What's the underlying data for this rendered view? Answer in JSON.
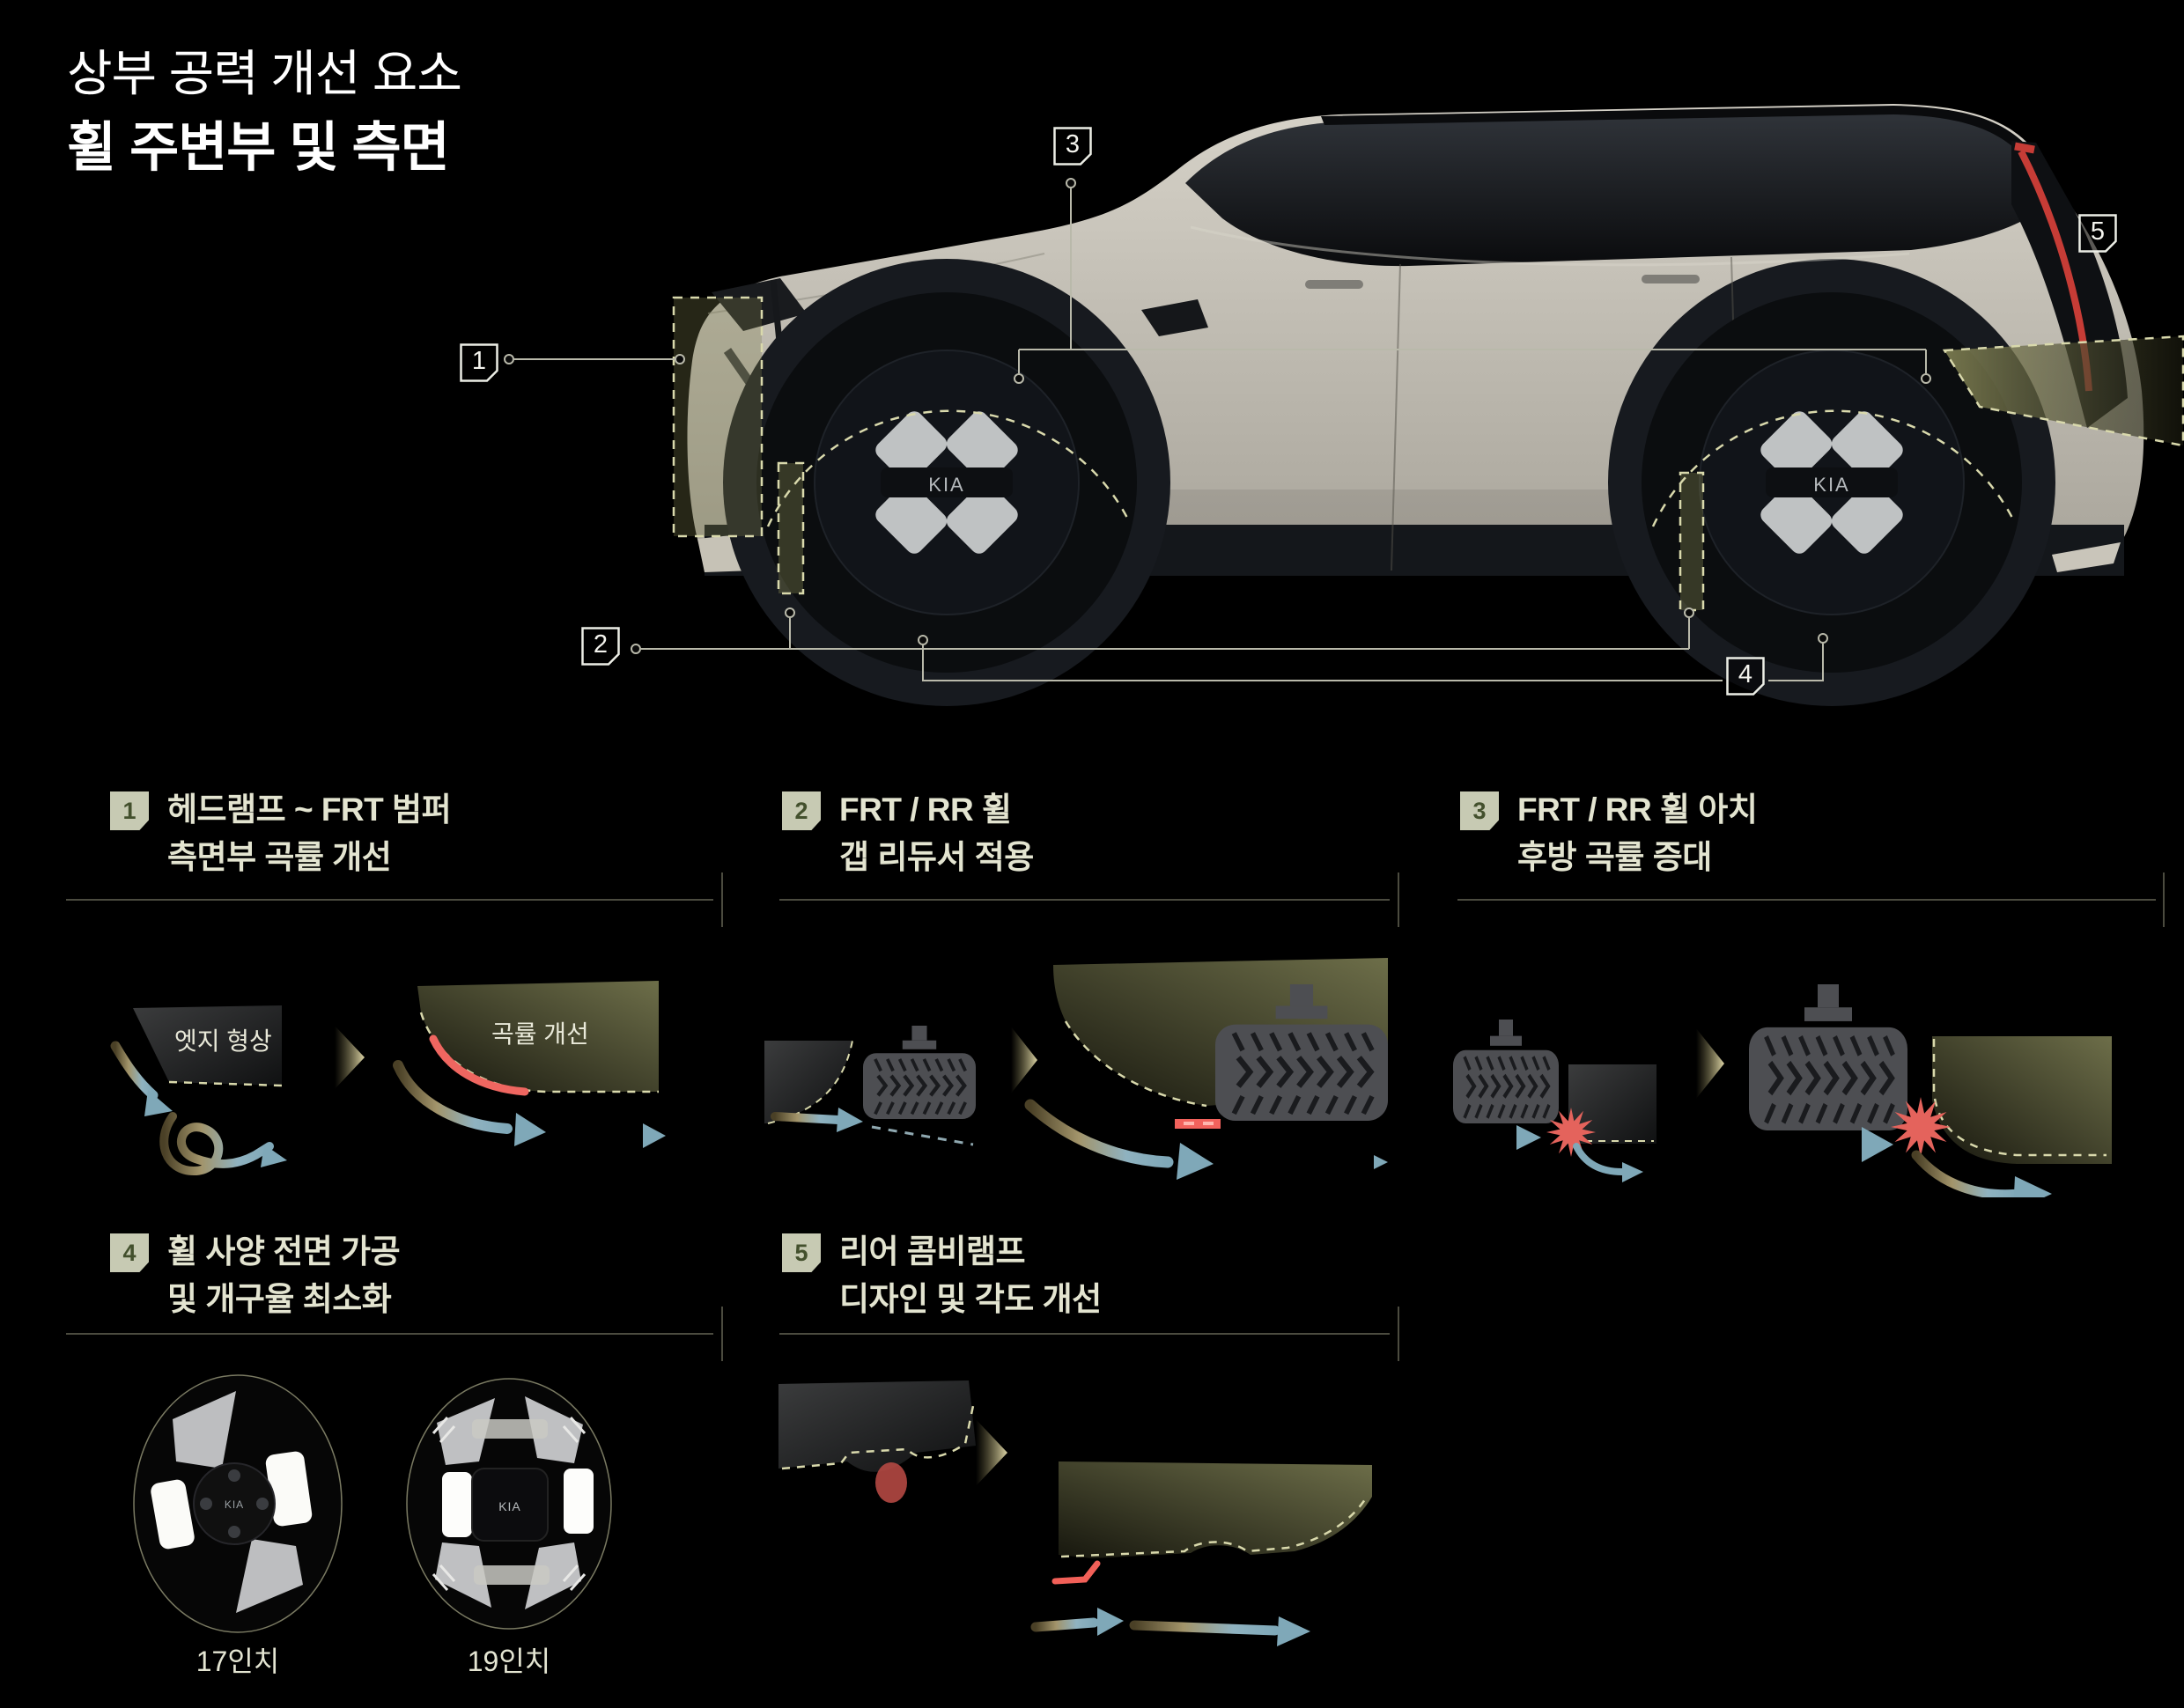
{
  "title": {
    "line1": "상부 공력 개선 요소",
    "line2": "휠 주변부 및 측면"
  },
  "callouts": [
    "1",
    "2",
    "3",
    "4",
    "5"
  ],
  "brand": {
    "wheel_logo": "KIA"
  },
  "sections": [
    {
      "num": "1",
      "line1": "헤드램프 ~ FRT 범퍼",
      "line2": "측면부 곡률 개선",
      "label_before": "엣지 형상",
      "label_after": "곡률 개선"
    },
    {
      "num": "2",
      "line1": "FRT / RR 휠",
      "line2": "갭 리듀서 적용"
    },
    {
      "num": "3",
      "line1": "FRT / RR 휠 아치",
      "line2": "후방 곡률 증대"
    },
    {
      "num": "4",
      "line1": "휠 사양 전면 가공",
      "line2": "및 개구율 최소화",
      "wheel_labels": [
        "17인치",
        "19인치"
      ]
    },
    {
      "num": "5",
      "line1": "리어 콤비램프",
      "line2": "디자인 및 각도 개선"
    }
  ],
  "colors": {
    "background": "#000000",
    "text_cream": "#e3e4d0",
    "badge_bg": "#c7cab4",
    "badge_text": "#44502e",
    "accent_blue": "#7fa8b8",
    "accent_red": "#f0655e",
    "overlay_olive": "#7e7e4c",
    "connector_line": "#b9b9aa"
  }
}
